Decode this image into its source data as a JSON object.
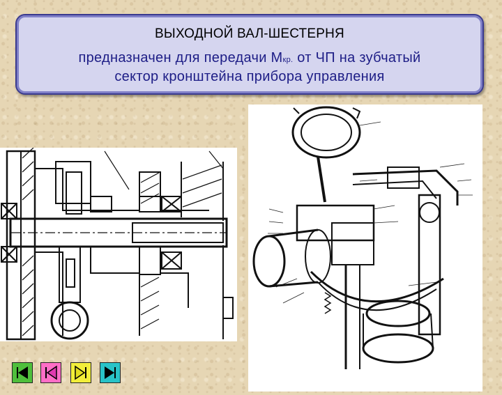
{
  "title": {
    "heading": "ВЫХОДНОЙ ВАЛ-ШЕСТЕРНЯ",
    "line2_before": "предназначен для передачи М",
    "line2_sub": "кр.",
    "line2_after": " от ЧП на зубчатый",
    "line3": "сектор кронштейна прибора управления"
  },
  "figures": {
    "left": "shaft-gear-section-drawing",
    "right": "control-device-bracket-assembly-drawing"
  },
  "navigation": {
    "buttons": [
      {
        "name": "first",
        "icon": "first-slide-icon",
        "color": "#4fbf3c"
      },
      {
        "name": "previous",
        "icon": "previous-slide-icon",
        "color": "#ff6ec7"
      },
      {
        "name": "next",
        "icon": "next-slide-icon",
        "color": "#f2ee3a"
      },
      {
        "name": "last",
        "icon": "last-slide-icon",
        "color": "#29c3c7"
      }
    ]
  },
  "colors": {
    "title_box_bg": "#d5d5ef",
    "title_box_border": "#3a3a8e",
    "title_text": "#1d1d86",
    "page_bg": "#e6d6b4"
  }
}
